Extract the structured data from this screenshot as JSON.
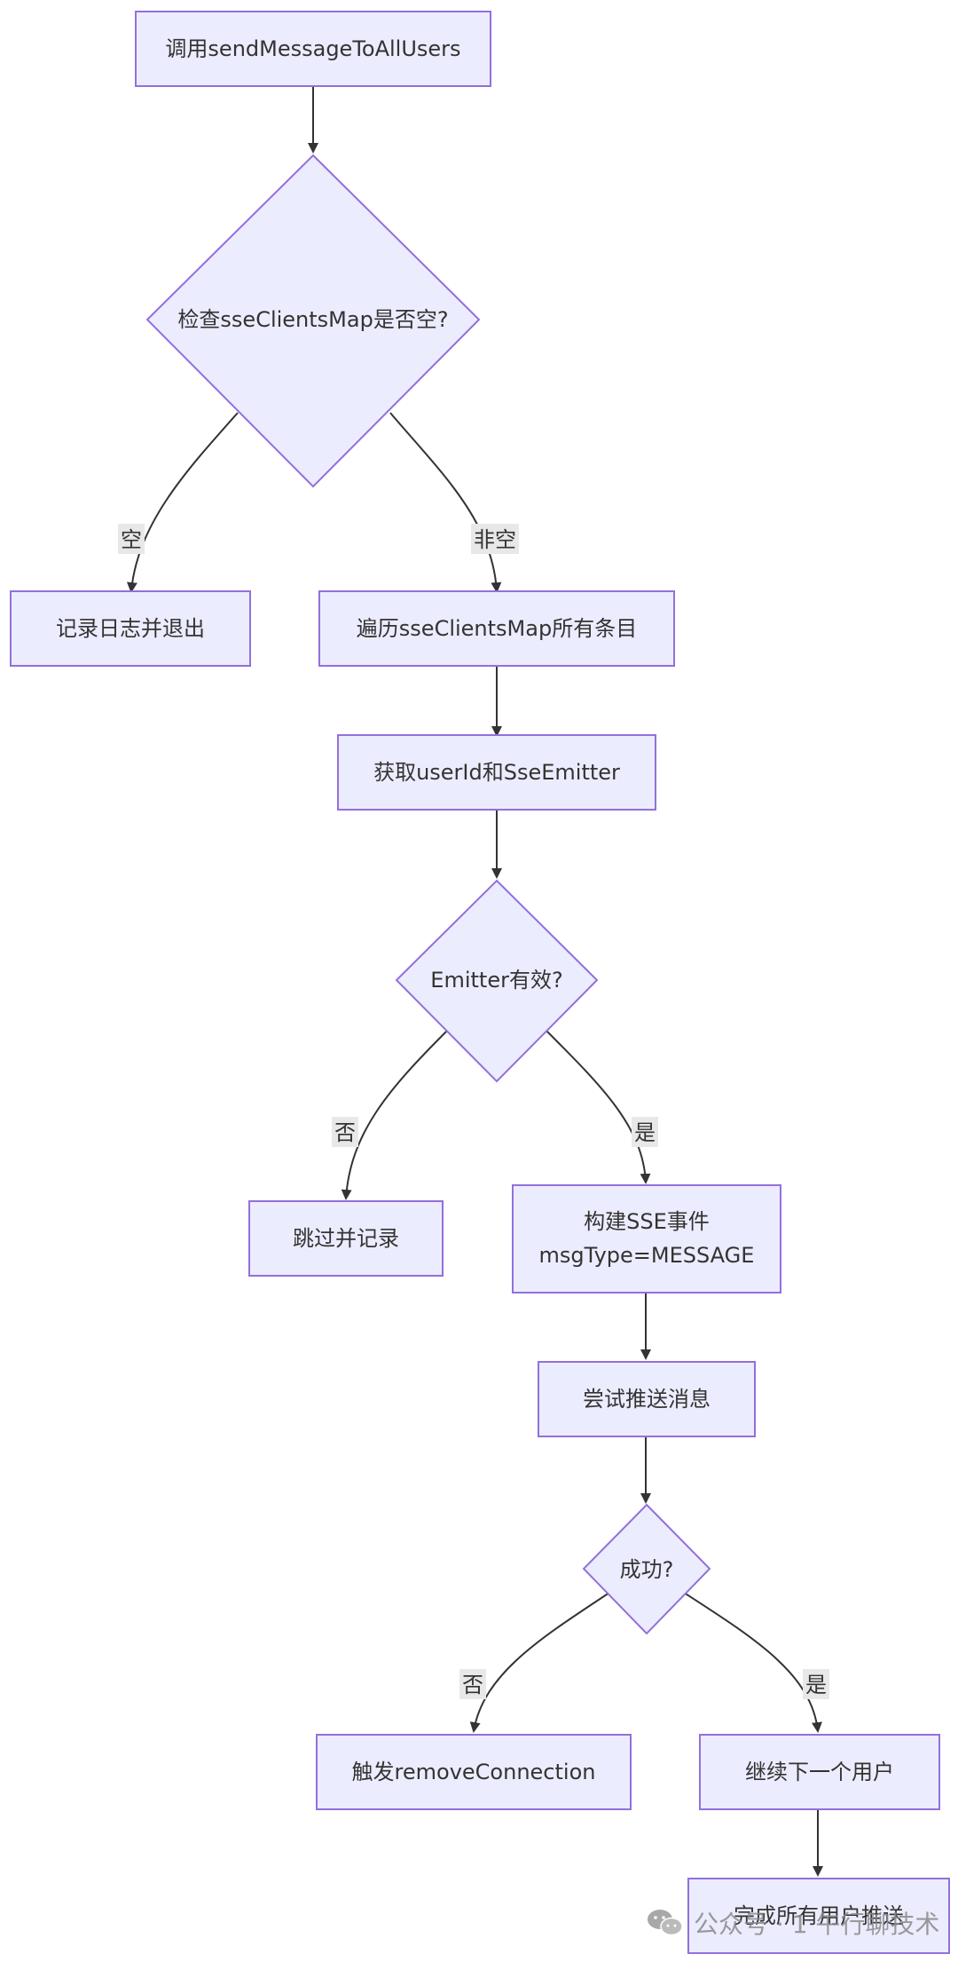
{
  "nodes": {
    "start": "调用sendMessageToAllUsers",
    "check_empty": "检查sseClientsMap是否空?",
    "log_exit": "记录日志并退出",
    "iterate": "遍历sseClientsMap所有条目",
    "get_emitter": "获取userId和SseEmitter",
    "emitter_valid": "Emitter有效?",
    "skip_log": "跳过并记录",
    "build_event_line1": "构建SSE事件",
    "build_event_line2": "msgType=MESSAGE",
    "try_push": "尝试推送消息",
    "success": "成功?",
    "trigger_remove": "触发removeConnection",
    "next_user": "继续下一个用户",
    "done": "完成所有用户推送"
  },
  "edge_labels": {
    "empty": "空",
    "not_empty": "非空",
    "invalid": "否",
    "valid": "是",
    "fail": "否",
    "ok": "是"
  },
  "watermark": {
    "text": "公众号 · 1 午行聊技术",
    "icon": "wechat-icon"
  },
  "colors": {
    "node_fill": "#ececff",
    "node_stroke": "#9370db",
    "edge": "#333333",
    "label_bg": "#e8e8e8"
  }
}
